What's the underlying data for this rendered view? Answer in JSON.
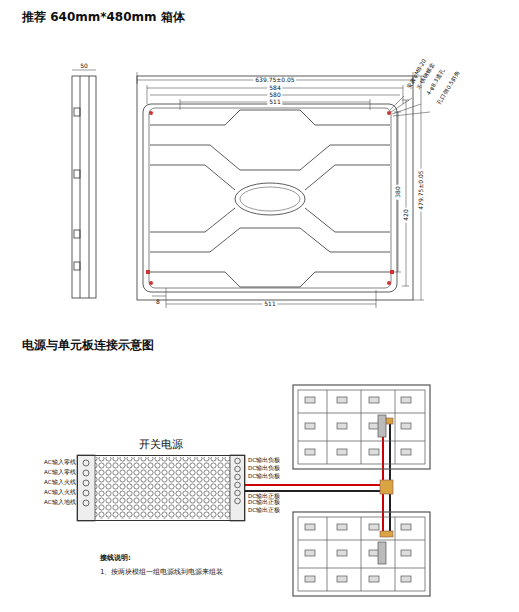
{
  "diagram": {
    "title": "推荐 640mm*480mm 箱体",
    "nodes": [
      {
        "text": [
          "开关电源"
        ]
      }
    ],
    "labels": [
      "50",
      "639.75±0.05",
      "584",
      "580",
      "511",
      "安装φM8-20",
      "不锈钢螺套",
      "4-φ8.3通孔",
      "孔口倒0.5斜角",
      "380",
      "420",
      "479.75±0.05",
      "8",
      "511",
      "电源与单元板连接示意图",
      "AC输入零线",
      "AC输入零线",
      "AC输入火线",
      "AC输入火线",
      "AC输入地线",
      "DC输出负极",
      "DC输出负极",
      "DC输出负极",
      "DC输出正极",
      "DC输出正极",
      "DC输出正极",
      "接线说明:",
      "1、按两块模组一组电源线到电源来组装"
    ]
  }
}
